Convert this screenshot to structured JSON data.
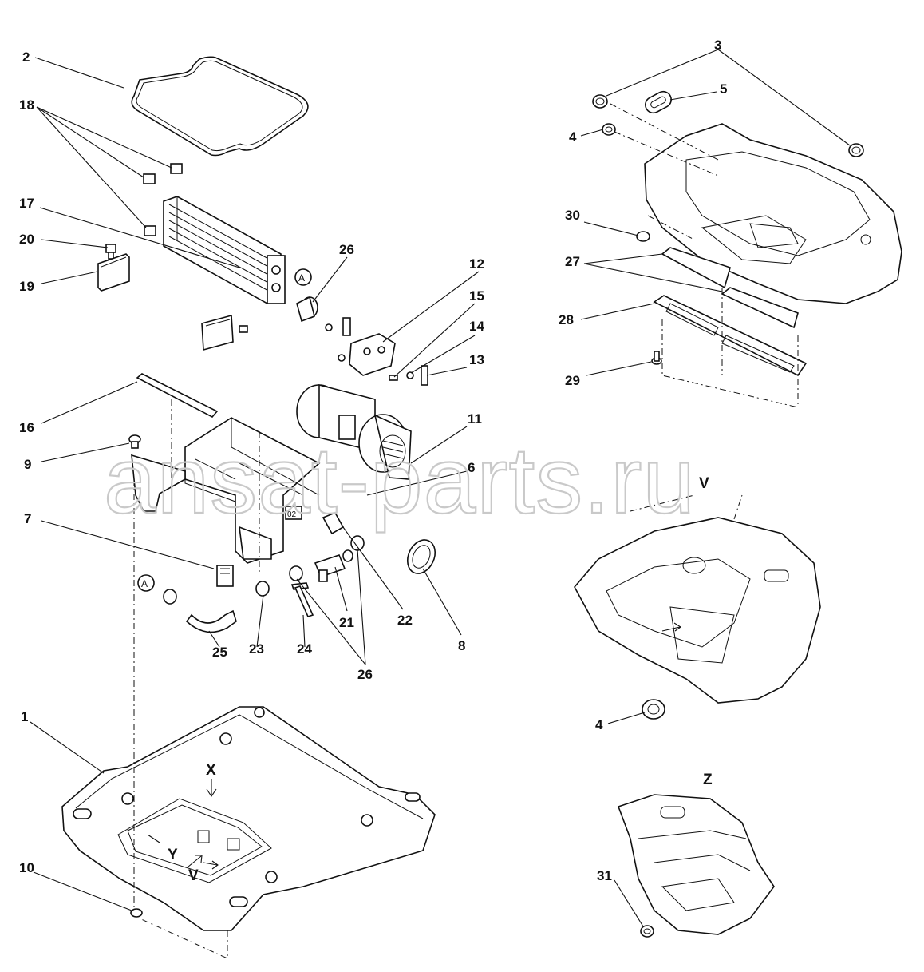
{
  "watermark": "ansat-parts.ru",
  "view_letters": {
    "v_top": "V",
    "z_top": "Z",
    "x": "X",
    "y": "Y",
    "v_small": "V"
  },
  "circle_refs": {
    "a1": "A",
    "a2": "A"
  },
  "plate_code": "02",
  "callouts": [
    {
      "id": "c2",
      "label": "2"
    },
    {
      "id": "c18",
      "label": "18"
    },
    {
      "id": "c17",
      "label": "17"
    },
    {
      "id": "c20",
      "label": "20"
    },
    {
      "id": "c19",
      "label": "19"
    },
    {
      "id": "c26a",
      "label": "26"
    },
    {
      "id": "c12",
      "label": "12"
    },
    {
      "id": "c15",
      "label": "15"
    },
    {
      "id": "c14",
      "label": "14"
    },
    {
      "id": "c13",
      "label": "13"
    },
    {
      "id": "c11",
      "label": "11"
    },
    {
      "id": "c16",
      "label": "16"
    },
    {
      "id": "c9",
      "label": "9"
    },
    {
      "id": "c6",
      "label": "6"
    },
    {
      "id": "c7",
      "label": "7"
    },
    {
      "id": "c21",
      "label": "21"
    },
    {
      "id": "c22",
      "label": "22"
    },
    {
      "id": "c8",
      "label": "8"
    },
    {
      "id": "c25",
      "label": "25"
    },
    {
      "id": "c23",
      "label": "23"
    },
    {
      "id": "c24",
      "label": "24"
    },
    {
      "id": "c26b",
      "label": "26"
    },
    {
      "id": "c1",
      "label": "1"
    },
    {
      "id": "c10",
      "label": "10"
    },
    {
      "id": "c3",
      "label": "3"
    },
    {
      "id": "c5",
      "label": "5"
    },
    {
      "id": "c4a",
      "label": "4"
    },
    {
      "id": "c30",
      "label": "30"
    },
    {
      "id": "c27",
      "label": "27"
    },
    {
      "id": "c28",
      "label": "28"
    },
    {
      "id": "c29",
      "label": "29"
    },
    {
      "id": "c4b",
      "label": "4"
    },
    {
      "id": "c31",
      "label": "31"
    }
  ]
}
